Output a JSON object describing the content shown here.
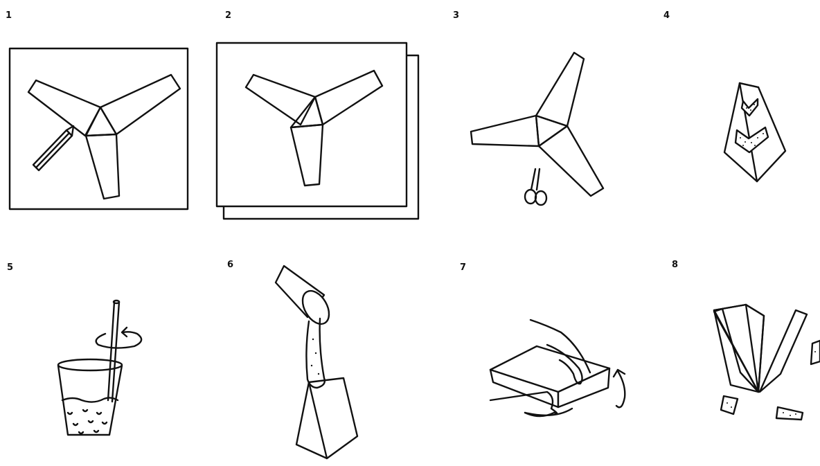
{
  "steps": [
    {
      "number": "1"
    },
    {
      "number": "2"
    },
    {
      "number": "3"
    },
    {
      "number": "4"
    },
    {
      "number": "5"
    },
    {
      "number": "6"
    },
    {
      "number": "7"
    },
    {
      "number": "8"
    }
  ]
}
